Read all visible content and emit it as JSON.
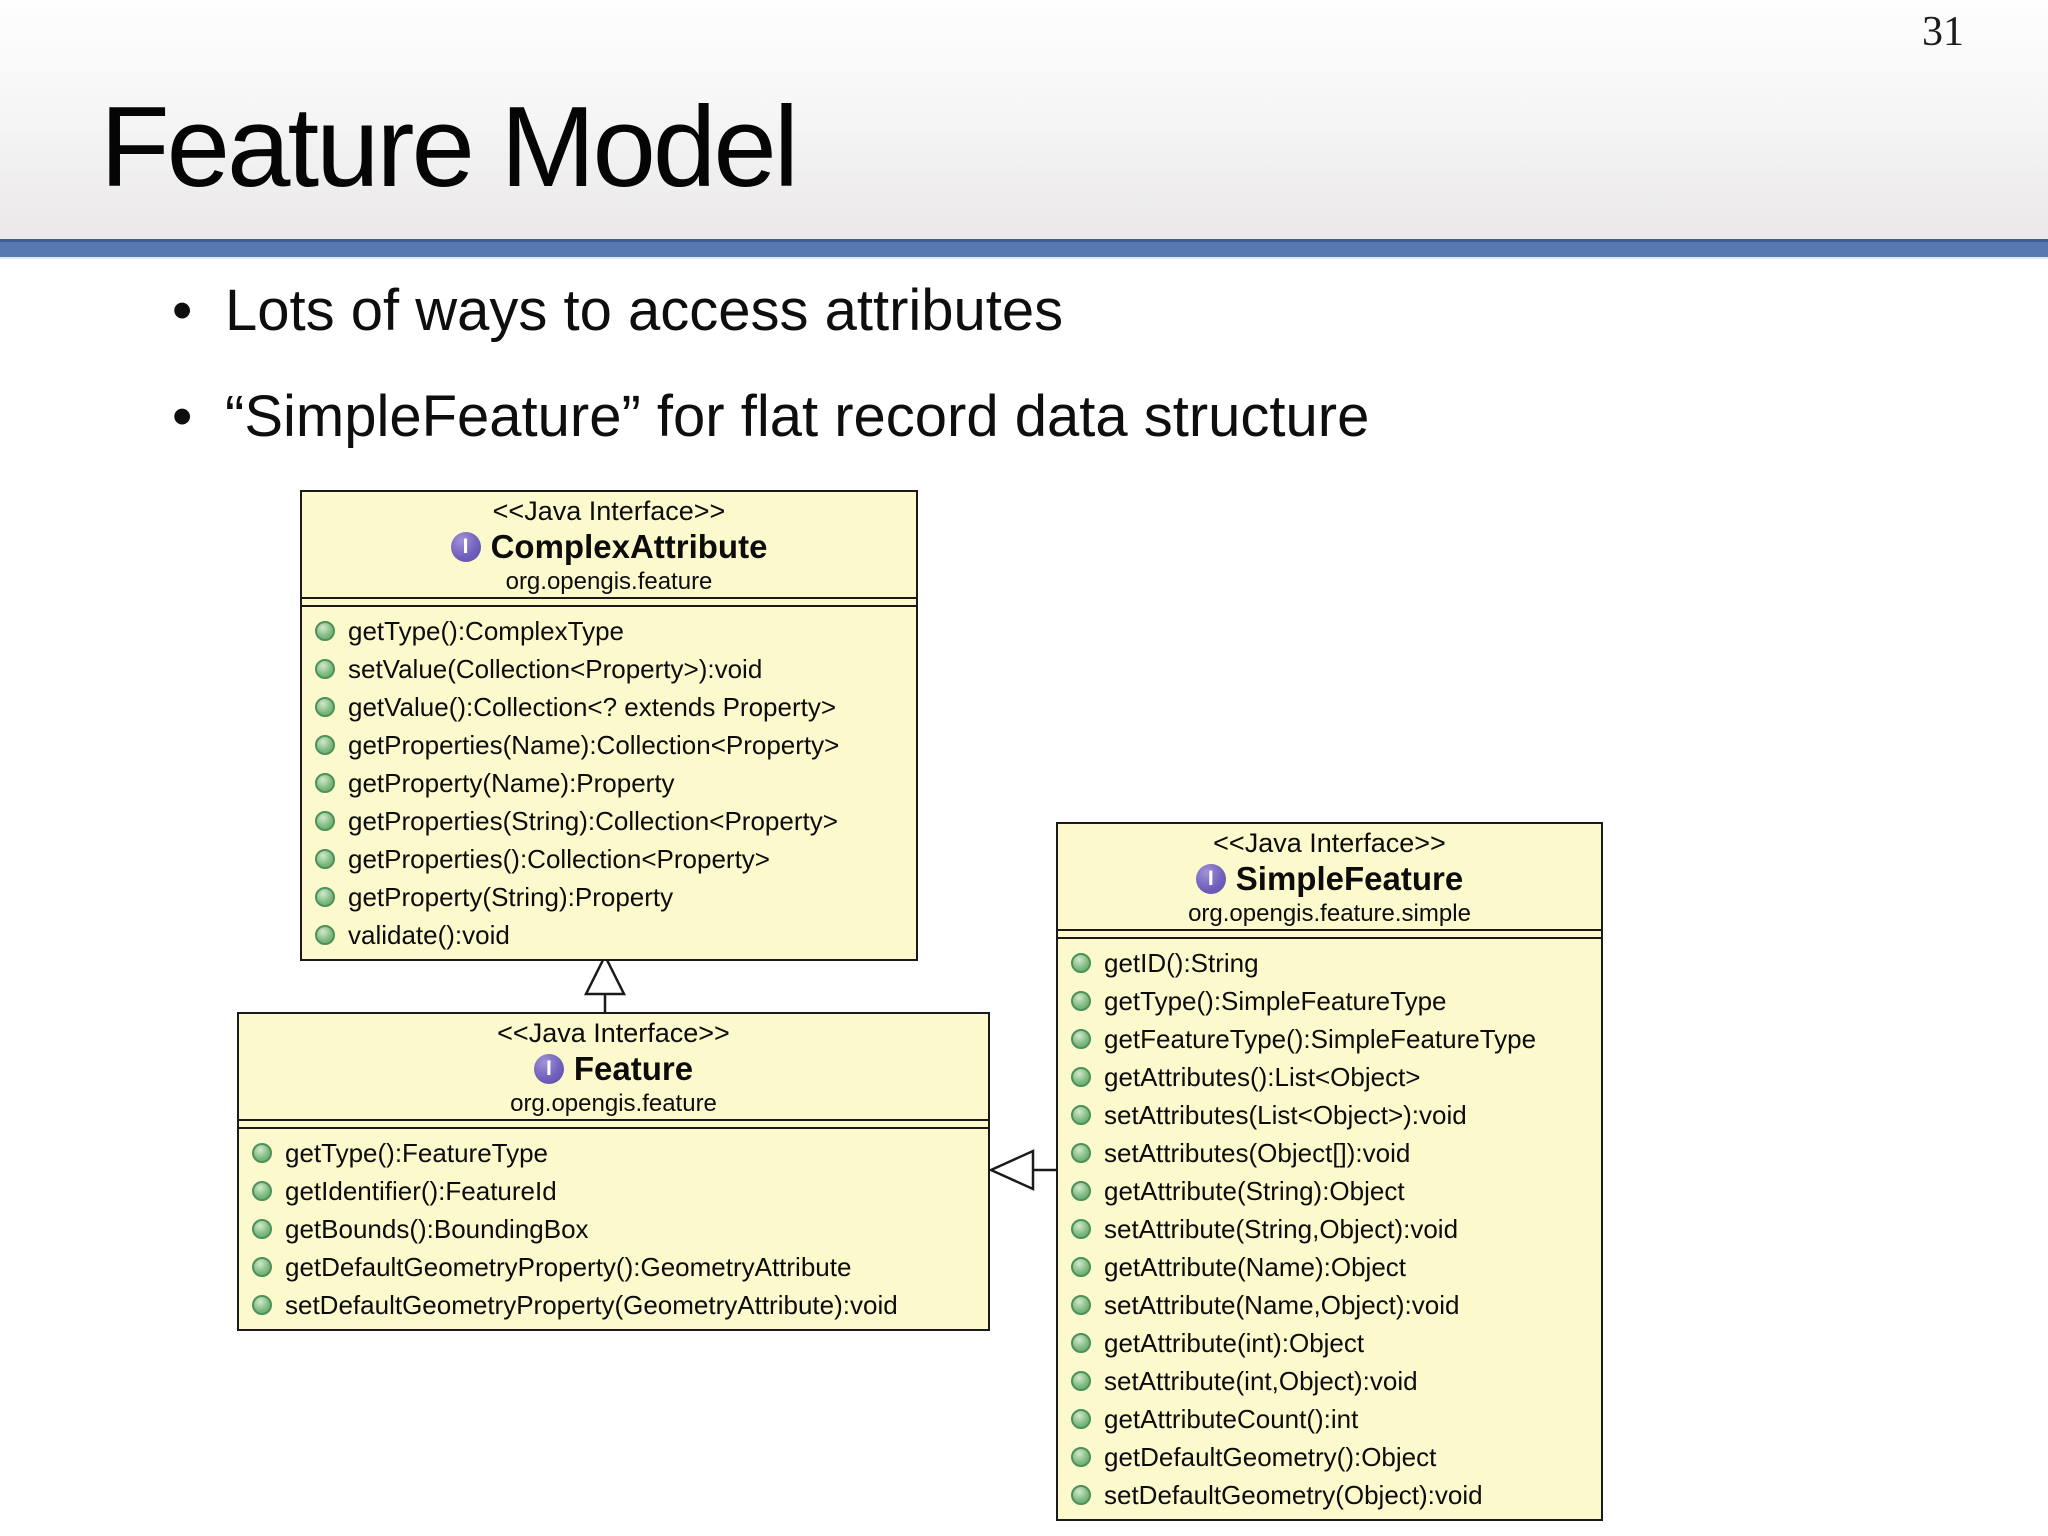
{
  "slide": {
    "page_number": "31",
    "title": "Feature Model",
    "bullets": [
      "Lots of ways to access attributes",
      "“SimpleFeature” for flat record data structure"
    ]
  },
  "diagram": {
    "interface_icon_letter": "I",
    "classes": [
      {
        "stereotype": "<<Java Interface>>",
        "name": "ComplexAttribute",
        "package": "org.opengis.feature",
        "methods": [
          "getType():ComplexType",
          "setValue(Collection<Property>):void",
          "getValue():Collection<? extends Property>",
          "getProperties(Name):Collection<Property>",
          "getProperty(Name):Property",
          "getProperties(String):Collection<Property>",
          "getProperties():Collection<Property>",
          "getProperty(String):Property",
          "validate():void"
        ]
      },
      {
        "stereotype": "<<Java Interface>>",
        "name": "Feature",
        "package": "org.opengis.feature",
        "methods": [
          "getType():FeatureType",
          "getIdentifier():FeatureId",
          "getBounds():BoundingBox",
          "getDefaultGeometryProperty():GeometryAttribute",
          "setDefaultGeometryProperty(GeometryAttribute):void"
        ]
      },
      {
        "stereotype": "<<Java Interface>>",
        "name": "SimpleFeature",
        "package": "org.opengis.feature.simple",
        "methods": [
          "getID():String",
          "getType():SimpleFeatureType",
          "getFeatureType():SimpleFeatureType",
          "getAttributes():List<Object>",
          "setAttributes(List<Object>):void",
          "setAttributes(Object[]):void",
          "getAttribute(String):Object",
          "setAttribute(String,Object):void",
          "getAttribute(Name):Object",
          "setAttribute(Name,Object):void",
          "getAttribute(int):Object",
          "setAttribute(int,Object):void",
          "getAttributeCount():int",
          "getDefaultGeometry():Object",
          "setDefaultGeometry(Object):void"
        ]
      }
    ],
    "relations": [
      {
        "from": "Feature",
        "to": "ComplexAttribute",
        "type": "generalization"
      },
      {
        "from": "SimpleFeature",
        "to": "Feature",
        "type": "generalization"
      }
    ],
    "colors": {
      "class_fill": "#fcf9cd",
      "class_border": "#1a1a1a",
      "accent_bar": "#5878b2",
      "interface_icon": "#7261bd",
      "method_icon": "#7cb97e"
    }
  }
}
